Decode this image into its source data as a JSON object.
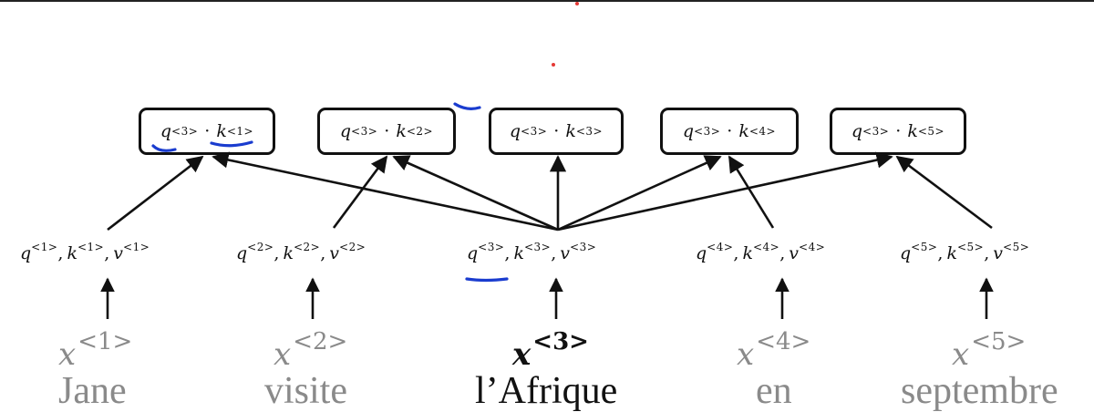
{
  "dot_products": [
    {
      "q": "q",
      "q_sup": "<3>",
      "op": "·",
      "k": "k",
      "k_sup": "<1>"
    },
    {
      "q": "q",
      "q_sup": "<3>",
      "op": "·",
      "k": "k",
      "k_sup": "<2>"
    },
    {
      "q": "q",
      "q_sup": "<3>",
      "op": "·",
      "k": "k",
      "k_sup": "<3>"
    },
    {
      "q": "q",
      "q_sup": "<3>",
      "op": "·",
      "k": "k",
      "k_sup": "<4>"
    },
    {
      "q": "q",
      "q_sup": "<3>",
      "op": "·",
      "k": "k",
      "k_sup": "<5>"
    }
  ],
  "qkv": [
    {
      "q": "q",
      "k": "k",
      "v": "v",
      "sup": "<1>",
      "sep": ","
    },
    {
      "q": "q",
      "k": "k",
      "v": "v",
      "sup": "<2>",
      "sep": ","
    },
    {
      "q": "q",
      "k": "k",
      "v": "v",
      "sup": "<3>",
      "sep": ","
    },
    {
      "q": "q",
      "k": "k",
      "v": "v",
      "sup": "<4>",
      "sep": ","
    },
    {
      "q": "q",
      "k": "k",
      "v": "v",
      "sup": "<5>",
      "sep": ","
    }
  ],
  "inputs": [
    {
      "x": "x",
      "sup": "<1>",
      "word": "Jane"
    },
    {
      "x": "x",
      "sup": "<2>",
      "word": "visite"
    },
    {
      "x": "x",
      "sup": "<3>",
      "word": "l’Afrique"
    },
    {
      "x": "x",
      "sup": "<4>",
      "word": "en"
    },
    {
      "x": "x",
      "sup": "<5>",
      "word": "septembre"
    }
  ],
  "colors": {
    "annotation": "#1a3ccf",
    "dot": "#e53935",
    "ink": "#111111",
    "muted": "#8a8a8a"
  }
}
